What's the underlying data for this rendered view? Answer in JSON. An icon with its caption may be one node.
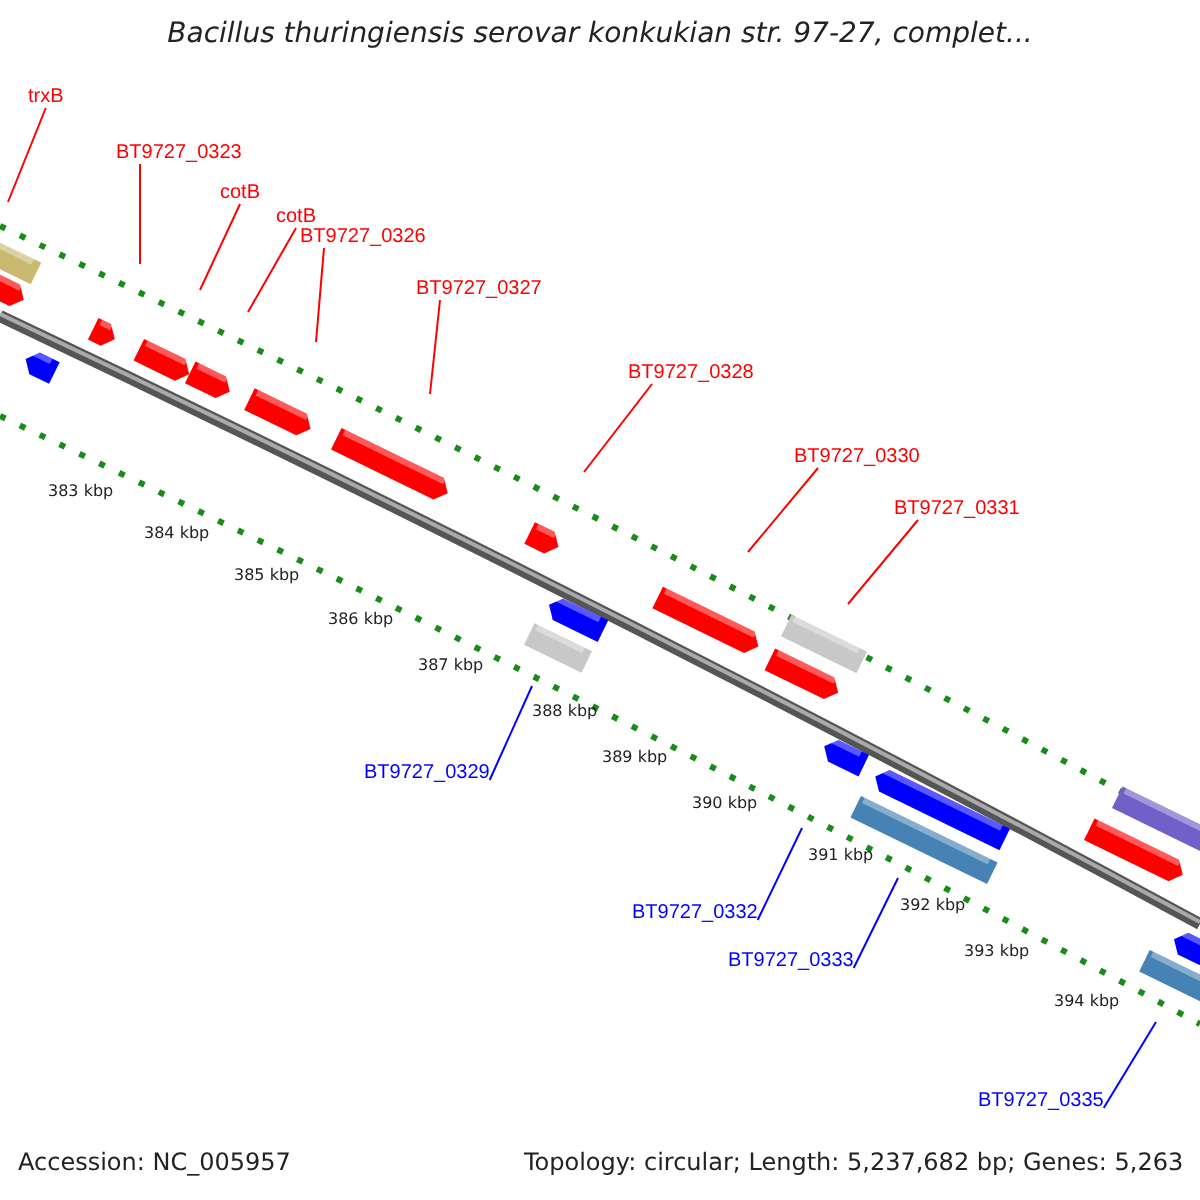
{
  "diagram": {
    "title": "Bacillus thuringiensis serovar konkukian str. 97-27, complet...",
    "nodes": [
      {
        "text": [
          "trxB"
        ]
      },
      {
        "text": [
          "BT9727_0323"
        ]
      },
      {
        "text": [
          "cotB"
        ]
      },
      {
        "text": [
          "cotB"
        ]
      },
      {
        "text": [
          "BT9727_0326"
        ]
      },
      {
        "text": [
          "BT9727_0327"
        ]
      },
      {
        "text": [
          "BT9727_0328"
        ]
      },
      {
        "text": [
          "BT9727_0330"
        ]
      },
      {
        "text": [
          "BT9727_0331"
        ]
      },
      {
        "text": [
          "BT9727_0329"
        ]
      },
      {
        "text": [
          "BT9727_0332"
        ]
      },
      {
        "text": [
          "BT9727_0333"
        ]
      },
      {
        "text": [
          "BT9727_0335"
        ]
      }
    ],
    "edges": [
      {
        "from": 0,
        "to": null,
        "arrow": "none"
      },
      {
        "from": 1,
        "to": null,
        "arrow": "none"
      },
      {
        "from": 2,
        "to": null,
        "arrow": "none"
      },
      {
        "from": 3,
        "to": null,
        "arrow": "none"
      },
      {
        "from": 4,
        "to": null,
        "arrow": "none"
      },
      {
        "from": 5,
        "to": null,
        "arrow": "none"
      },
      {
        "from": 6,
        "to": null,
        "arrow": "none"
      },
      {
        "from": 7,
        "to": null,
        "arrow": "none"
      },
      {
        "from": 8,
        "to": null,
        "arrow": "none"
      },
      {
        "from": 9,
        "to": null,
        "arrow": "none",
        "color": "#0000ff"
      },
      {
        "from": 10,
        "to": null,
        "arrow": "none",
        "color": "#0000ff"
      },
      {
        "from": 11,
        "to": null,
        "arrow": "none",
        "color": "#0000ff"
      },
      {
        "from": 12,
        "to": null,
        "arrow": "none",
        "color": "#0000ff"
      }
    ],
    "labels": [
      "383 kbp",
      "384 kbp",
      "385 kbp",
      "386 kbp",
      "387 kbp",
      "388 kbp",
      "389 kbp",
      "390 kbp",
      "391 kbp",
      "392 kbp",
      "393 kbp",
      "394 kbp",
      "Accession: NC_005957",
      "Topology: circular; Length: 5,237,682 bp; Genes: 5,263"
    ]
  }
}
